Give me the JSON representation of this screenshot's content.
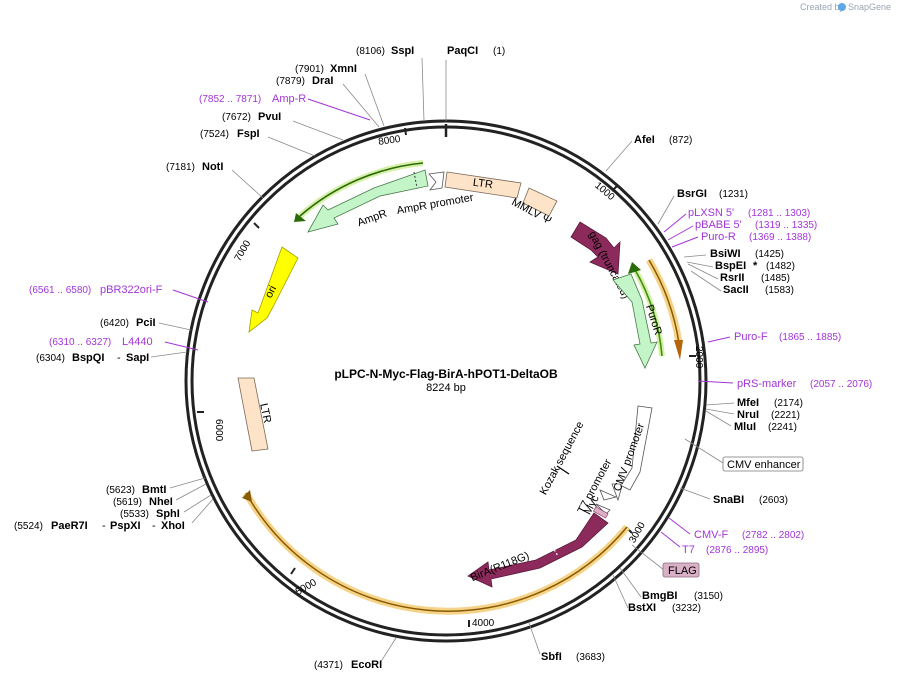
{
  "brand": {
    "created_by": "Created by",
    "name": "SnapGene"
  },
  "plasmid": {
    "name": "pLPC-N-Myc-Flag-BirA-hPOT1-DeltaOB",
    "size": "8224 bp"
  },
  "ticks": [
    "1000",
    "2000",
    "3000",
    "4000",
    "5000",
    "6000",
    "7000",
    "8000"
  ],
  "sites": [
    {
      "name": "PaqCI",
      "pos": "(1)"
    },
    {
      "name": "SspI",
      "pos": "(8106)"
    },
    {
      "name": "XmnI",
      "pos": "(7901)"
    },
    {
      "name": "DraI",
      "pos": "(7879)"
    },
    {
      "name": "PvuI",
      "pos": "(7672)"
    },
    {
      "name": "FspI",
      "pos": "(7524)"
    },
    {
      "name": "NotI",
      "pos": "(7181)"
    },
    {
      "name": "AfeI",
      "pos": "(872)"
    },
    {
      "name": "BsrGI",
      "pos": "(1231)"
    },
    {
      "name": "BsiWI",
      "pos": "(1425)"
    },
    {
      "name": "BspEI",
      "pos": "(1482)",
      "mark": "*"
    },
    {
      "name": "RsrII",
      "pos": "(1485)"
    },
    {
      "name": "SacII",
      "pos": "(1583)"
    },
    {
      "name": "MfeI",
      "pos": "(2174)"
    },
    {
      "name": "NruI",
      "pos": "(2221)"
    },
    {
      "name": "MluI",
      "pos": "(2241)"
    },
    {
      "name": "SnaBI",
      "pos": "(2603)"
    },
    {
      "name": "BmgBI",
      "pos": "(3150)"
    },
    {
      "name": "BstXI",
      "pos": "(3232)"
    },
    {
      "name": "SbfI",
      "pos": "(3683)"
    },
    {
      "name": "EcoRI",
      "pos": "(4371)"
    },
    {
      "name": "PciI",
      "pos": "(6420)"
    },
    {
      "name": "BspQI",
      "pos": "(6304)"
    },
    {
      "name": "SapI",
      "pos": ""
    },
    {
      "name": "BmtI",
      "pos": "(5623)"
    },
    {
      "name": "NheI",
      "pos": "(5619)"
    },
    {
      "name": "SphI",
      "pos": "(5533)"
    },
    {
      "name": "PaeR7I",
      "pos": "(5524)"
    },
    {
      "name": "PspXI",
      "pos": ""
    },
    {
      "name": "XhoI",
      "pos": ""
    }
  ],
  "primers": [
    {
      "name": "Amp-R",
      "range": "(7852 .. 7871)"
    },
    {
      "name": "pLXSN 5'",
      "range": "(1281 .. 1303)"
    },
    {
      "name": "pBABE 5'",
      "range": "(1319 .. 1335)"
    },
    {
      "name": "Puro-R",
      "range": "(1369 .. 1388)"
    },
    {
      "name": "Puro-F",
      "range": "(1865 .. 1885)"
    },
    {
      "name": "pRS-marker",
      "range": "(2057 .. 2076)"
    },
    {
      "name": "CMV-F",
      "range": "(2782 .. 2802)"
    },
    {
      "name": "T7",
      "range": "(2876 .. 2895)"
    },
    {
      "name": "pBR322ori-F",
      "range": "(6561 .. 6580)"
    },
    {
      "name": "L4440",
      "range": "(6310 .. 6327)"
    }
  ],
  "features": {
    "ltr": "LTR",
    "mmlv": "MMLV Ψ",
    "gag": "gag (truncated)",
    "puror": "PuroR",
    "ampr": "AmpR",
    "ampr_promoter": "AmpR promoter",
    "ori": "ori",
    "ltr2": "LTR",
    "cmv_promoter": "CMV promoter",
    "cmv_enhancer": "CMV enhancer",
    "kozak": "Kozak sequence",
    "t7_promoter": "T7 promoter",
    "myc": "Myc",
    "flag": "FLAG",
    "bira": "BirA(R118G)"
  },
  "colors": {
    "backbone": "#222222",
    "ltr": "#fde3c8",
    "marker": "#c4f5c8",
    "ori": "#ffff00",
    "gag": "#8c2a5c",
    "orange": "#f5a623",
    "green": "#3f8f10",
    "primer": "#a335d6"
  }
}
